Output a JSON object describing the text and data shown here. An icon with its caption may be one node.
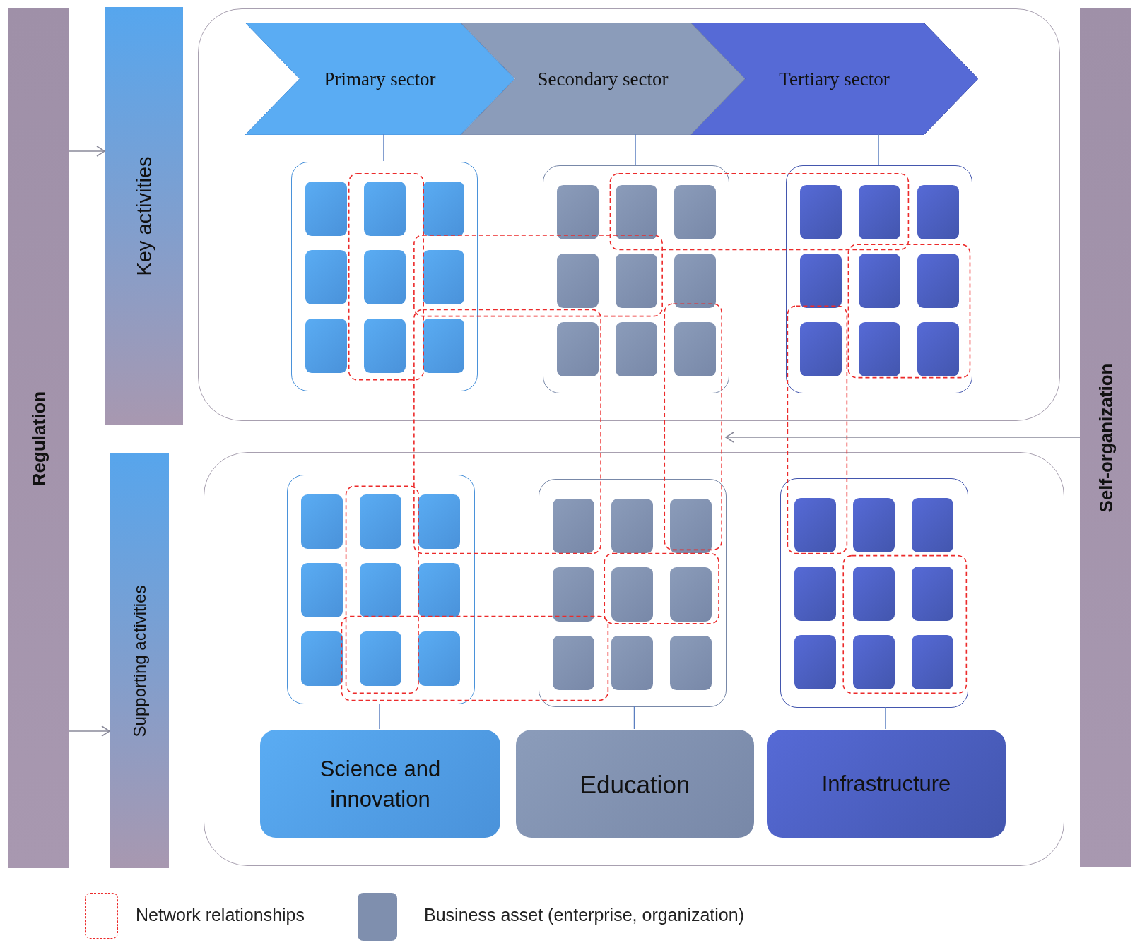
{
  "diagram": {
    "nodes": [
      {
        "text": [
          "Regulation"
        ]
      },
      {
        "text": [
          "Key activities"
        ]
      },
      {
        "text": [
          "Supporting activities"
        ]
      },
      {
        "text": [
          "Self-organization"
        ]
      },
      {
        "text": [],
        "shape": "box"
      },
      {
        "text": [
          "Primary sector"
        ],
        "in": 4
      },
      {
        "text": [
          "Secondary sector"
        ],
        "in": 4
      },
      {
        "text": [
          "Tertiary sector"
        ],
        "in": 4
      },
      {
        "text": [],
        "shape": "box",
        "in": 4
      },
      {
        "text": [],
        "shape": "box",
        "in": 4
      },
      {
        "text": [],
        "shape": "box",
        "in": 4
      },
      {
        "text": [],
        "shape": "box"
      },
      {
        "text": [],
        "shape": "box",
        "in": 11
      },
      {
        "text": [],
        "shape": "box",
        "in": 11
      },
      {
        "text": [],
        "shape": "box",
        "in": 11
      },
      {
        "text": [
          "Science and innovation"
        ],
        "in": 11
      },
      {
        "text": [
          "Education"
        ],
        "in": 11
      },
      {
        "text": [
          "Infrastructure"
        ],
        "in": 11
      },
      {
        "text": [],
        "shape": "box",
        "in": 8
      },
      {
        "text": [],
        "shape": "box",
        "in": 8
      },
      {
        "text": [],
        "shape": "box",
        "in": 8
      },
      {
        "text": [],
        "shape": "box",
        "in": 8
      },
      {
        "text": [],
        "shape": "box",
        "in": 8
      },
      {
        "text": [],
        "shape": "box",
        "in": 8
      },
      {
        "text": [],
        "shape": "box",
        "in": 8
      },
      {
        "text": [],
        "shape": "box",
        "in": 8
      },
      {
        "text": [],
        "shape": "box",
        "in": 8
      },
      {
        "text": [],
        "shape": "box",
        "in": 9
      },
      {
        "text": [],
        "shape": "box",
        "in": 9
      },
      {
        "text": [],
        "shape": "box",
        "in": 9
      },
      {
        "text": [],
        "shape": "box",
        "in": 9
      },
      {
        "text": [],
        "shape": "box",
        "in": 9
      },
      {
        "text": [],
        "shape": "box",
        "in": 9
      },
      {
        "text": [],
        "shape": "box",
        "in": 9
      },
      {
        "text": [],
        "shape": "box",
        "in": 9
      },
      {
        "text": [],
        "shape": "box",
        "in": 9
      },
      {
        "text": [],
        "shape": "box",
        "in": 10
      },
      {
        "text": [],
        "shape": "box",
        "in": 10
      },
      {
        "text": [],
        "shape": "box",
        "in": 10
      },
      {
        "text": [],
        "shape": "box",
        "in": 10
      },
      {
        "text": [],
        "shape": "box",
        "in": 10
      },
      {
        "text": [],
        "shape": "box",
        "in": 10
      },
      {
        "text": [],
        "shape": "box",
        "in": 10
      },
      {
        "text": [],
        "shape": "box",
        "in": 10
      },
      {
        "text": [],
        "shape": "box",
        "in": 10
      },
      {
        "text": [],
        "shape": "box",
        "in": 12
      },
      {
        "text": [],
        "shape": "box",
        "in": 12
      },
      {
        "text": [],
        "shape": "box",
        "in": 12
      },
      {
        "text": [],
        "shape": "box",
        "in": 12
      },
      {
        "text": [],
        "shape": "box",
        "in": 12
      },
      {
        "text": [],
        "shape": "box",
        "in": 12
      },
      {
        "text": [],
        "shape": "box",
        "in": 12
      },
      {
        "text": [],
        "shape": "box",
        "in": 12
      },
      {
        "text": [],
        "shape": "box",
        "in": 12
      },
      {
        "text": [],
        "shape": "box",
        "in": 13
      },
      {
        "text": [],
        "shape": "box",
        "in": 13
      },
      {
        "text": [],
        "shape": "box",
        "in": 13
      },
      {
        "text": [],
        "shape": "box",
        "in": 13
      },
      {
        "text": [],
        "shape": "box",
        "in": 13
      },
      {
        "text": [],
        "shape": "box",
        "in": 13
      },
      {
        "text": [],
        "shape": "box",
        "in": 13
      },
      {
        "text": [],
        "shape": "box",
        "in": 13
      },
      {
        "text": [],
        "shape": "box",
        "in": 13
      },
      {
        "text": [],
        "shape": "box",
        "in": 14
      },
      {
        "text": [],
        "shape": "box",
        "in": 14
      },
      {
        "text": [],
        "shape": "box",
        "in": 14
      },
      {
        "text": [],
        "shape": "box",
        "in": 14
      },
      {
        "text": [],
        "shape": "box",
        "in": 14
      },
      {
        "text": [],
        "shape": "box",
        "in": 14
      },
      {
        "text": [],
        "shape": "box",
        "in": 14
      },
      {
        "text": [],
        "shape": "box",
        "in": 14
      },
      {
        "text": [],
        "shape": "box",
        "in": 14
      }
    ],
    "edges": [
      {
        "from": 0,
        "to": 1,
        "arrow": "to"
      },
      {
        "from": 0,
        "to": 2,
        "arrow": "to"
      },
      {
        "from": 3,
        "to": 4,
        "arrow": "to"
      },
      {
        "from": 5,
        "to": 8,
        "arrow": "none"
      },
      {
        "from": 6,
        "to": 9,
        "arrow": "none"
      },
      {
        "from": 7,
        "to": 10,
        "arrow": "none"
      },
      {
        "from": 12,
        "to": 15,
        "arrow": "none"
      },
      {
        "from": 13,
        "to": 16,
        "arrow": "none"
      },
      {
        "from": 14,
        "to": 17,
        "arrow": "none"
      }
    ],
    "legend": [
      {
        "text": "Network relationships"
      },
      {
        "text": "Business asset (enterprise, organization)",
        "color": "#7f8fae"
      }
    ]
  }
}
